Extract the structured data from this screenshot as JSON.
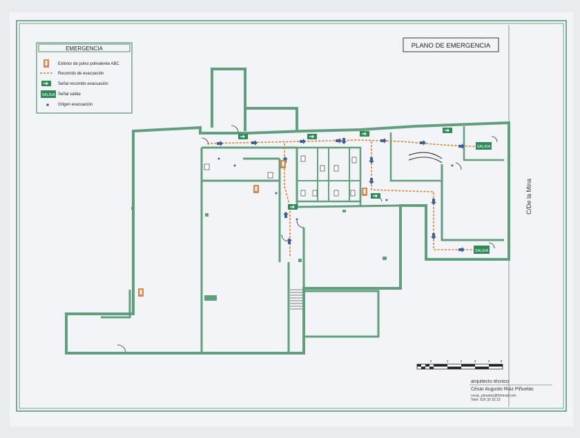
{
  "legend": {
    "title": "EMERGENCIA",
    "items": [
      {
        "icon": "fire-extinguisher-icon",
        "label": "Extintor de polvo polivalente ABC"
      },
      {
        "icon": "evacuation-route-line-icon",
        "label": "Recorrido de evacuación"
      },
      {
        "icon": "evacuation-sign-icon",
        "label": "Señal recorrido evacuación"
      },
      {
        "icon": "exit-sign-icon",
        "label": "Señal salida"
      },
      {
        "icon": "evacuation-origin-dot-icon",
        "label": "Origen evacuación"
      }
    ]
  },
  "plan_title": "PLANO  DE EMERGENCIA",
  "street_label": "C/De  la  Mina",
  "exit_sign_text": "SALIDA",
  "scale_bar": {
    "ticks": [
      "0",
      "1",
      "2",
      "3",
      "4",
      "5"
    ]
  },
  "credits": {
    "role": "arquitecto técnico",
    "name": "César Augusto Ruiz Piñuelas",
    "email": "cesar_pinuelas@hotmail.com",
    "phone": "Telef. 626 30 33 23"
  },
  "colors": {
    "wall": "#5f9f7b",
    "route": "#e07a22",
    "arrow": "#3a5fa0",
    "exit": "#2e8b57",
    "extinguisher": "#d9864a",
    "paper": "#f3f4f7",
    "frame": "#4f8f6b"
  }
}
